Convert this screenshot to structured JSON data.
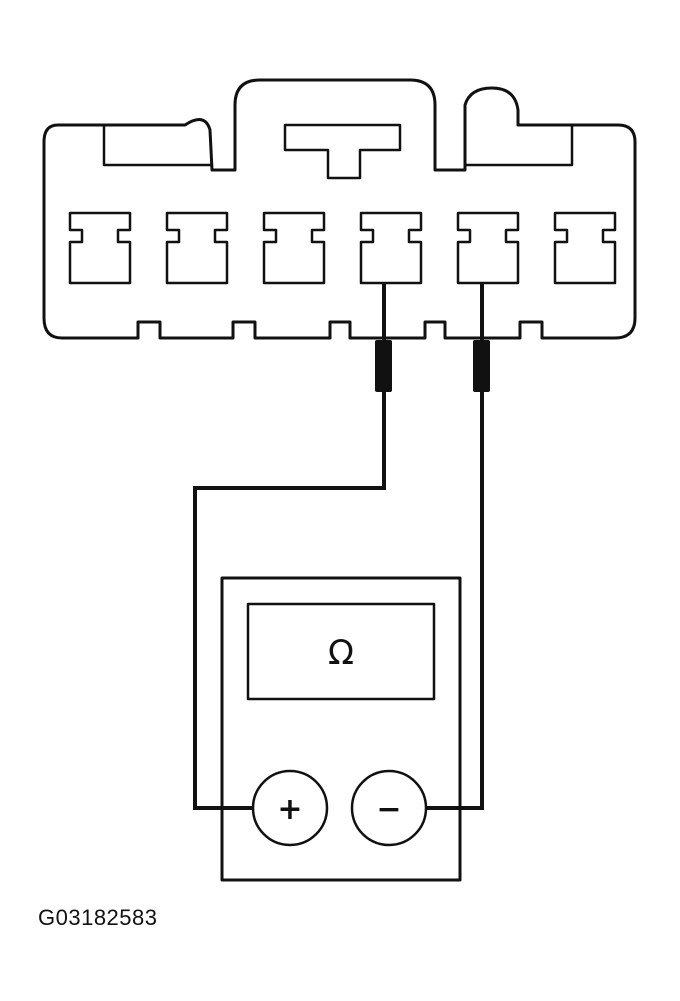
{
  "diagram": {
    "connector": {
      "terminal_count": 6,
      "probed_terminals": [
        4,
        5
      ]
    },
    "ohmmeter": {
      "display_symbol": "Ω",
      "positive_label": "+",
      "negative_label": "−"
    },
    "figure_id": "G03182583"
  }
}
